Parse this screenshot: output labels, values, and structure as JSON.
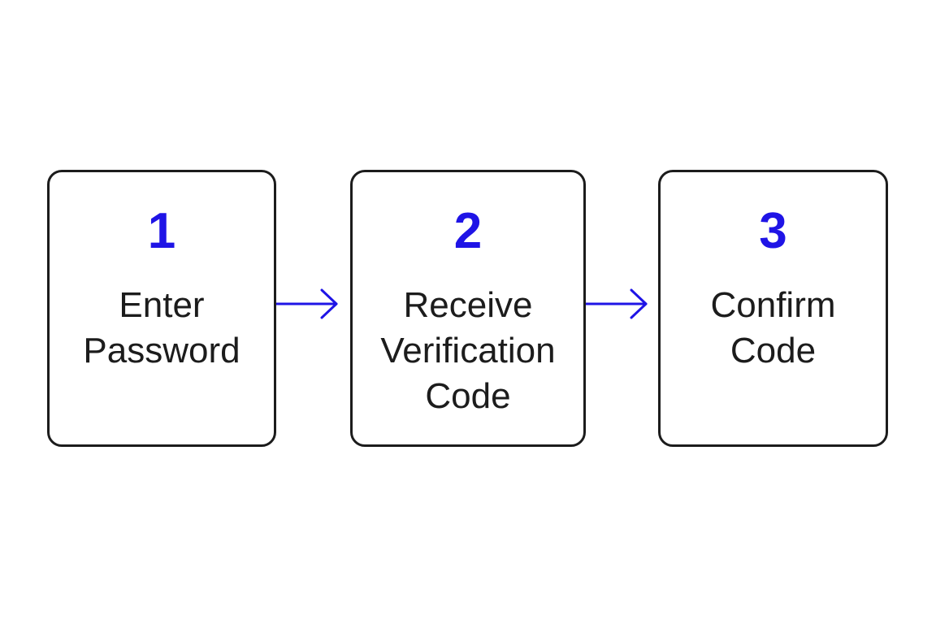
{
  "colors": {
    "accent": "#1f14e6",
    "border": "#1c1c1c",
    "text": "#1c1c1c",
    "background": "#ffffff"
  },
  "steps": [
    {
      "number": "1",
      "label_lines": [
        "Enter",
        "Password"
      ]
    },
    {
      "number": "2",
      "label_lines": [
        "Receive",
        "Verification",
        "Code"
      ]
    },
    {
      "number": "3",
      "label_lines": [
        "Confirm",
        "Code"
      ]
    }
  ],
  "connectors": [
    {
      "from": "1",
      "to": "2",
      "icon": "right-arrow-icon"
    },
    {
      "from": "2",
      "to": "3",
      "icon": "right-arrow-icon"
    }
  ]
}
